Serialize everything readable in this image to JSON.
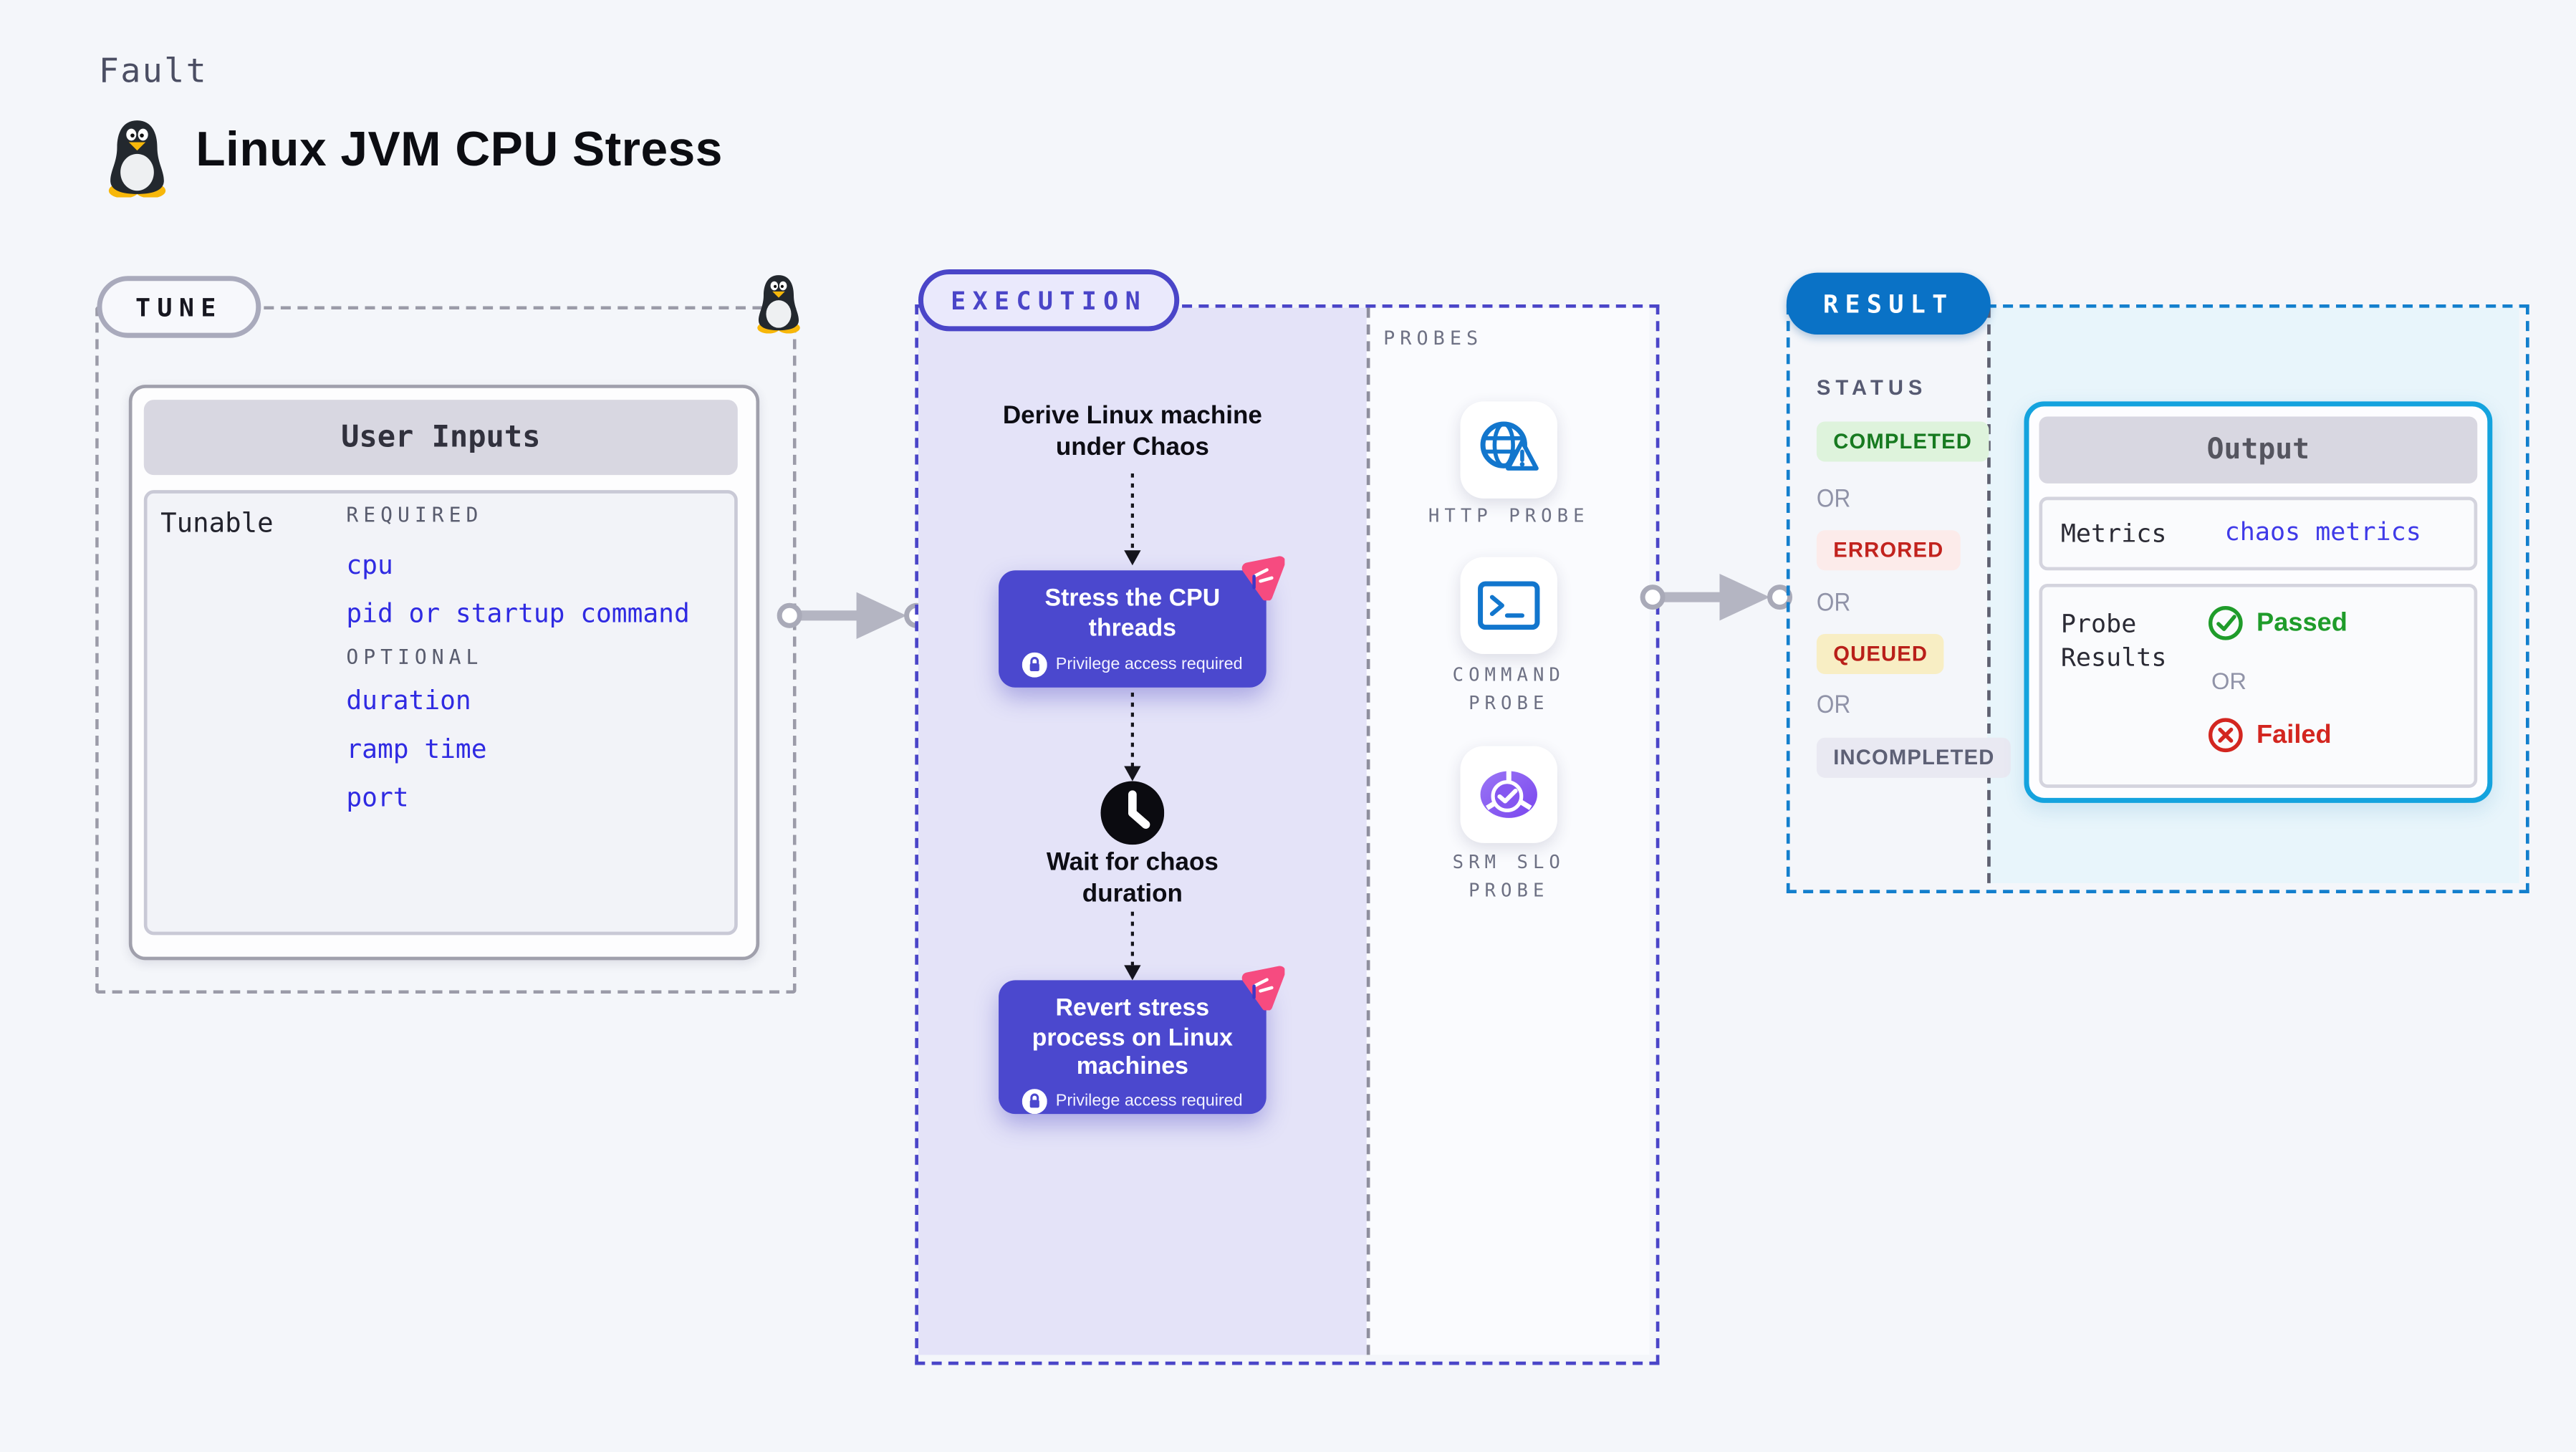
{
  "header": {
    "kicker": "Fault",
    "title": "Linux JVM CPU Stress"
  },
  "tune": {
    "label": "TUNE",
    "table_title": "User Inputs",
    "row_label": "Tunable",
    "required_heading": "REQUIRED",
    "required_inputs": [
      "cpu",
      "pid or startup command"
    ],
    "optional_heading": "OPTIONAL",
    "optional_inputs": [
      "duration",
      "ramp time",
      "port"
    ]
  },
  "execution": {
    "label": "EXECUTION",
    "steps": [
      {
        "label": "Derive Linux machine under Chaos"
      },
      {
        "label": "Stress the CPU threads",
        "note": "Privilege access required"
      },
      {
        "label": "Wait for chaos duration"
      },
      {
        "label": "Revert stress process on Linux machines",
        "note": "Privilege access required"
      }
    ]
  },
  "probes": {
    "label": "PROBES",
    "items": [
      {
        "line1": "HTTP PROBE",
        "line2": "",
        "icon": "globe-alert-icon"
      },
      {
        "line1": "COMMAND",
        "line2": "PROBE",
        "icon": "terminal-icon"
      },
      {
        "line1": "SRM SLO",
        "line2": "PROBE",
        "icon": "slo-donut-icon"
      }
    ]
  },
  "result": {
    "label": "RESULT",
    "status_heading": "STATUS",
    "or_label": "OR",
    "statuses": [
      {
        "label": "COMPLETED",
        "bg": "#def3dc",
        "color": "#177a20"
      },
      {
        "label": "ERRORED",
        "bg": "#fcebea",
        "color": "#c2231e"
      },
      {
        "label": "QUEUED",
        "bg": "#f8eec4",
        "color": "#b92019"
      },
      {
        "label": "INCOMPLETED",
        "bg": "#e9e9f2",
        "color": "#5d6075"
      }
    ],
    "output": {
      "title": "Output",
      "metrics_label": "Metrics",
      "metrics_value": "chaos metrics",
      "probe_results_label": "Probe Results",
      "passed": "Passed",
      "or_label": "OR",
      "failed": "Failed"
    }
  },
  "colors": {
    "page_bg": "#f4f6fa",
    "execution_accent": "#4a45c8",
    "execution_panel": "#e4e3f8",
    "node_purple": "#4b48ce",
    "result_accent": "#0a72c6",
    "result_dash": "#137fcd",
    "result_panel": "#e8f5fb",
    "output_border": "#14a3de",
    "chaos_pink": "#f64b80",
    "probe_blue": "#1276cd",
    "link_blue": "#2f2ae2"
  }
}
